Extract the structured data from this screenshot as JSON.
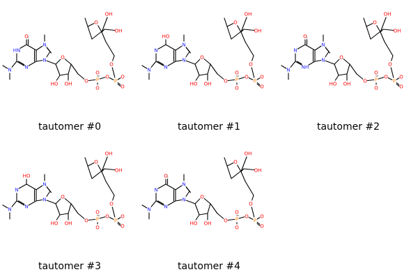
{
  "panels": [
    {
      "caption": "tautomer #0",
      "oxo_label": "O",
      "ring_top_label": "N",
      "ring_mid_label": "N",
      "nh_label": "HN",
      "ring_bottom_label": "N",
      "imidazole_label": "N"
    },
    {
      "caption": "tautomer #1",
      "oxo_label": "HO",
      "ring_top_label": "N",
      "ring_mid_label": "N",
      "nh_label": "N",
      "ring_bottom_label": "N",
      "imidazole_label": "N"
    },
    {
      "caption": "tautomer #2",
      "oxo_label": "O",
      "ring_top_label": "N",
      "ring_mid_label": "N",
      "nh_label": "N",
      "ring_bottom_label": "NH",
      "imidazole_label": "N"
    },
    {
      "caption": "tautomer #3",
      "oxo_label": "HO",
      "ring_top_label": "N",
      "ring_mid_label": "N",
      "nh_label": "N",
      "ring_bottom_label": "N",
      "imidazole_label": "N"
    },
    {
      "caption": "tautomer #4",
      "oxo_label": "O",
      "ring_top_label": "N",
      "ring_mid_label": "N",
      "nh_label": "N",
      "ring_bottom_label": "N",
      "imidazole_label": "N"
    }
  ],
  "shared_labels": {
    "n_methyl": "N",
    "n_dimethyl": "N",
    "ribose_o": "O",
    "hydroxyl": "HO",
    "hydroxyl2": "OH",
    "ribose2_o": "O",
    "ribose2_oh1": "OH",
    "ribose2_oh2": "OH",
    "bridge_o": "O",
    "phos": "P"
  },
  "colors": {
    "nitrogen": "#2020ff",
    "oxygen": "#ff0000",
    "phosphorus": "#ff8000",
    "bond": "#000000",
    "caption": "#000000"
  }
}
